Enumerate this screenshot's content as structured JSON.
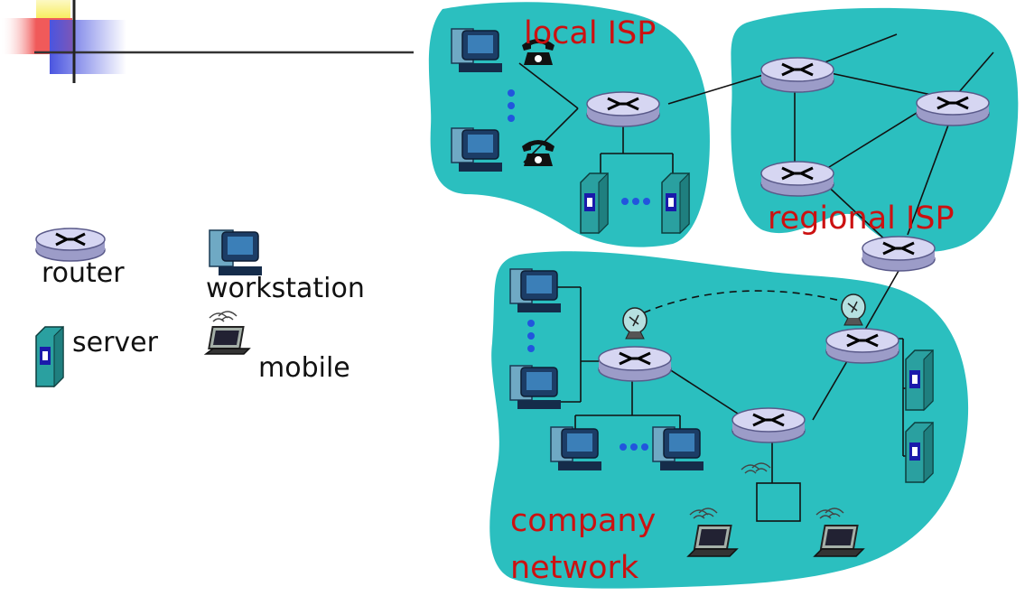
{
  "legend": {
    "router": "router",
    "workstation": "workstation",
    "server": "server",
    "mobile": "mobile"
  },
  "regions": {
    "local_isp": "local ISP",
    "regional_isp": "regional ISP",
    "company_line1": "company",
    "company_line2": "network"
  },
  "colors": {
    "region_fill": "#2bbfbf",
    "label_red": "#cc1111",
    "router_body": "#c9c9ee",
    "router_outline": "#5a5a8a",
    "server_body": "#2aa0a0",
    "dots_blue": "#2255dd",
    "deco_yellow": "#f6e93a",
    "deco_red": "#f05a5a",
    "deco_blue": "#4a55e0"
  },
  "icons": [
    "router-icon",
    "workstation-icon",
    "server-icon",
    "mobile-icon",
    "telephone-icon",
    "satellite-dish-icon"
  ]
}
